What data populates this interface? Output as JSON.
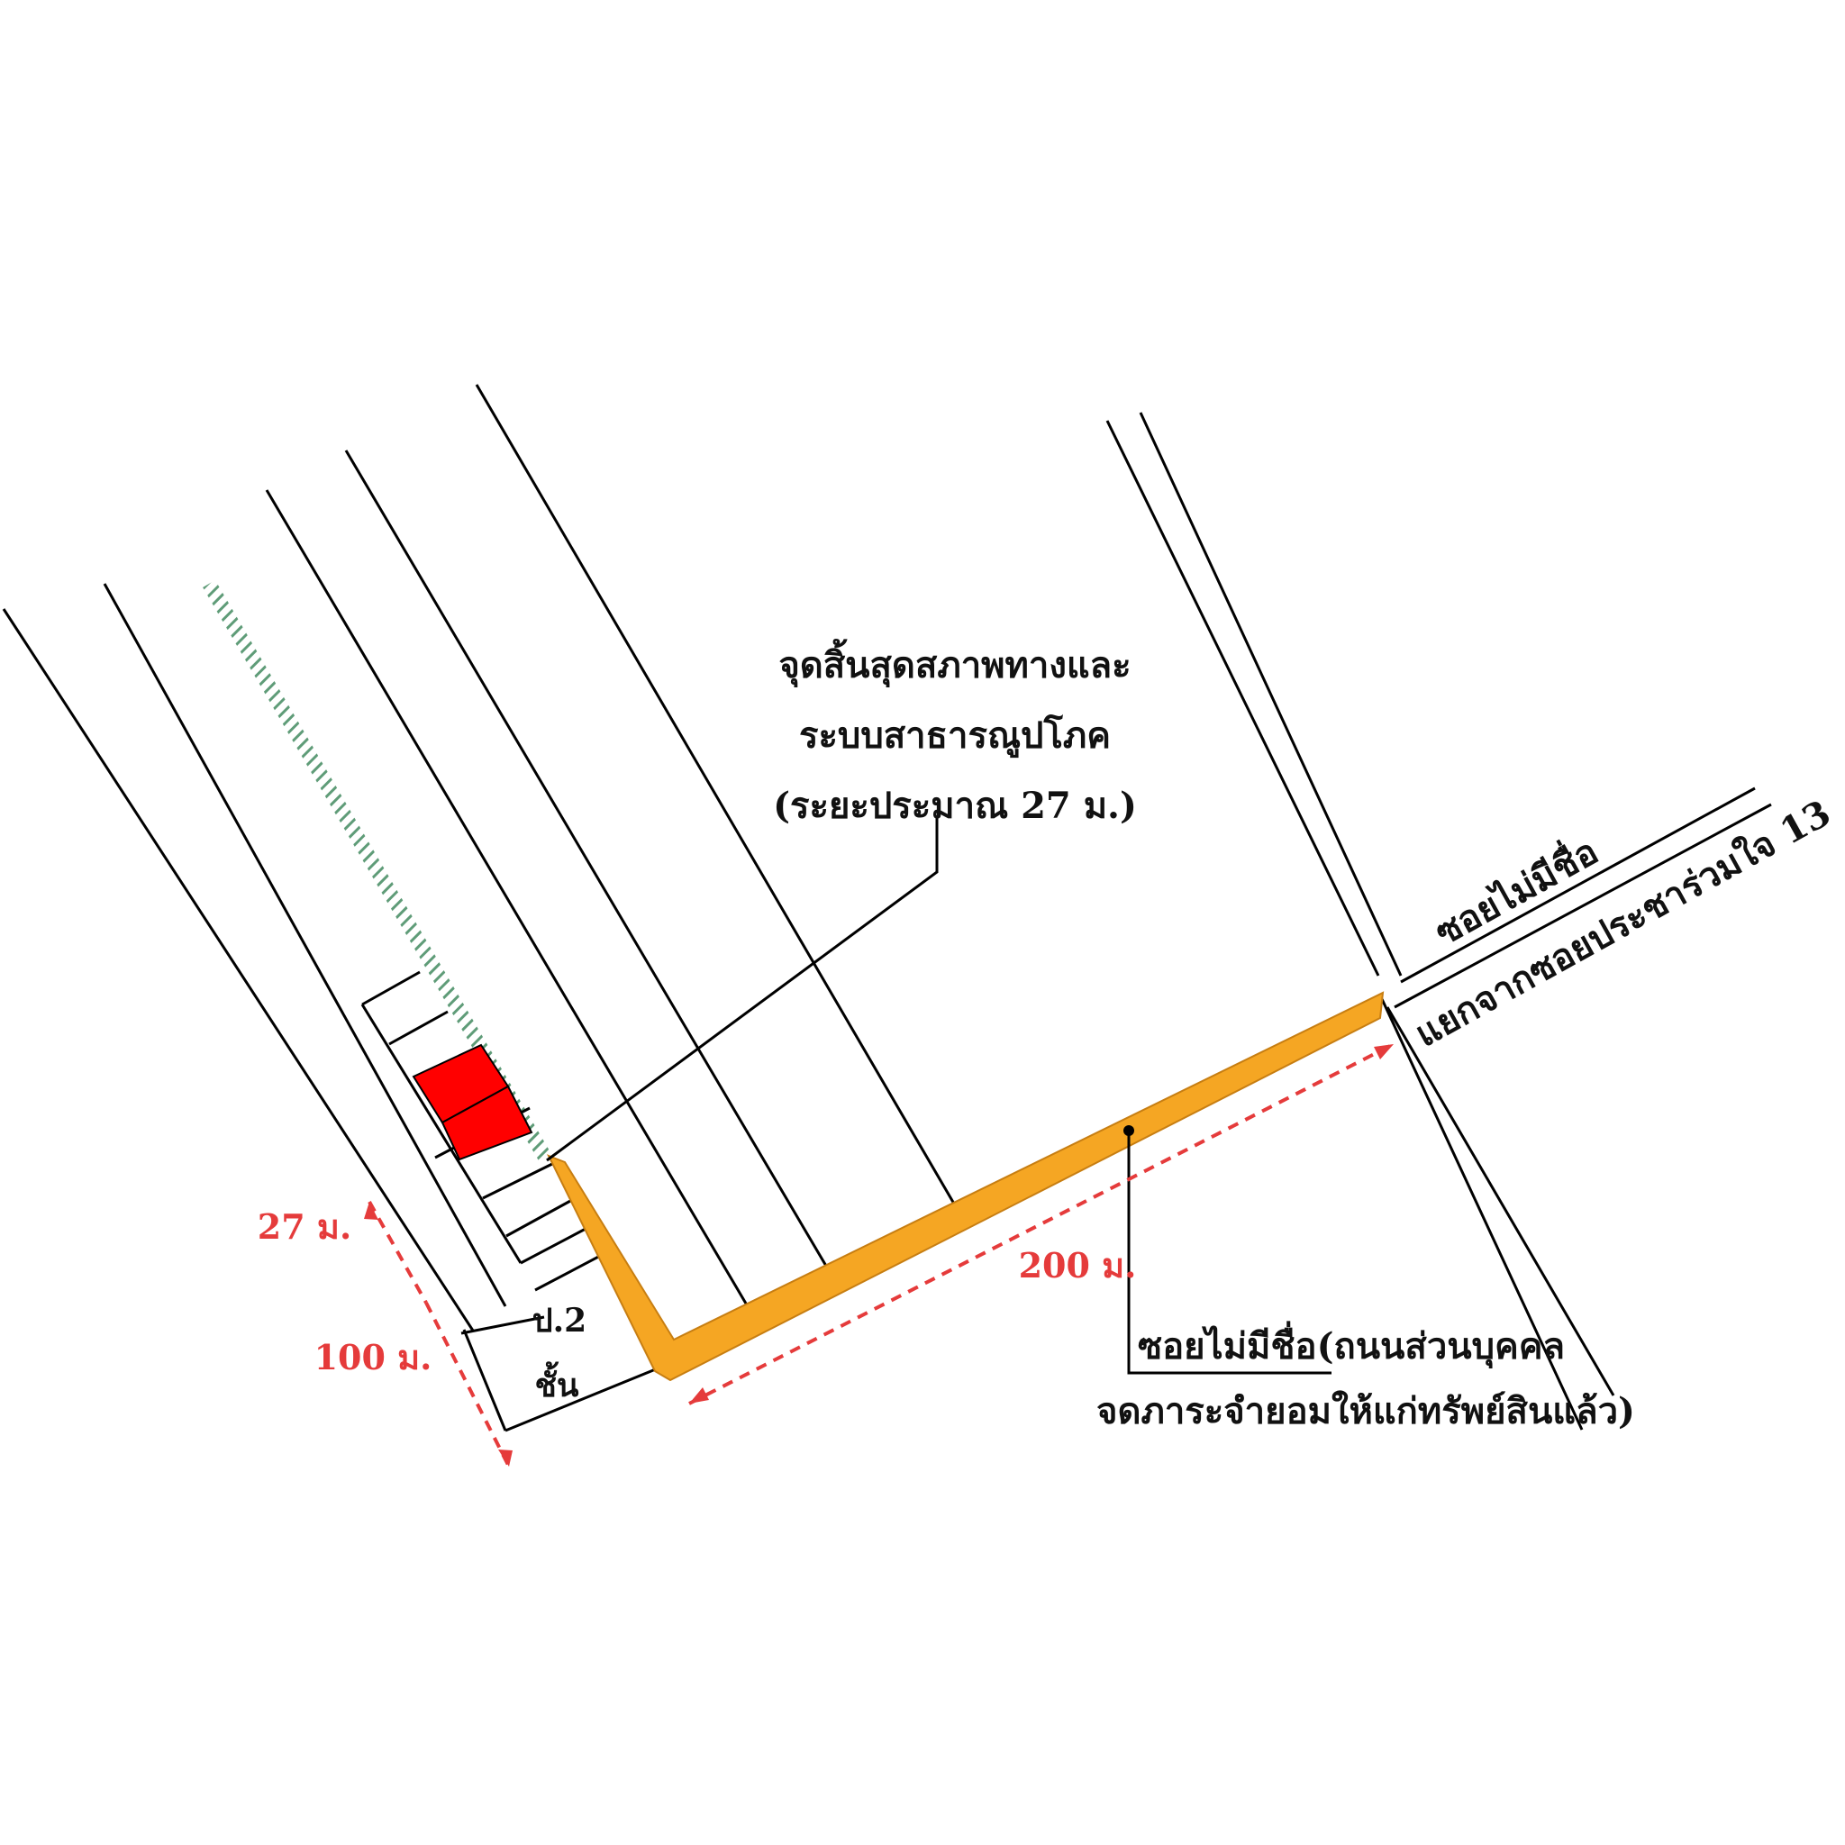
{
  "colors": {
    "background": "#ffffff",
    "line": "#000000",
    "access_road": "#f5a623",
    "access_road_edge": "#d98b12",
    "subject_plot": "#ff0000",
    "dimension": "#e53b3b",
    "green_hatch": "#5f9c78"
  },
  "labels": {
    "endpoint_line1": "จุดสิ้นสุดสภาพทางและ",
    "endpoint_line2": "ระบบสาธารณูปโภค",
    "endpoint_line3": "(ระยะประมาณ 27 ม.)",
    "side_road_name": "ซอยไม่มีชื่อ",
    "side_road_branch": "แยกจากซอยประชาร่วมใจ 13",
    "private_road_line1": "ซอยไม่มีชื่อ(ถนนส่วนบุคคล",
    "private_road_line2": "จดภาระจำยอมให้แก่ทรัพย์สินแล้ว)",
    "dim_27": "27 ม.",
    "dim_100": "100 ม.",
    "dim_200": "200 ม.",
    "building_floors_line1": "ป.2",
    "building_floors_line2": "ชั้น"
  },
  "legend_symbols": {
    "subject": "red-subject-plot",
    "road": "orange-access-road",
    "utilities": "green-hatched-boundary"
  }
}
